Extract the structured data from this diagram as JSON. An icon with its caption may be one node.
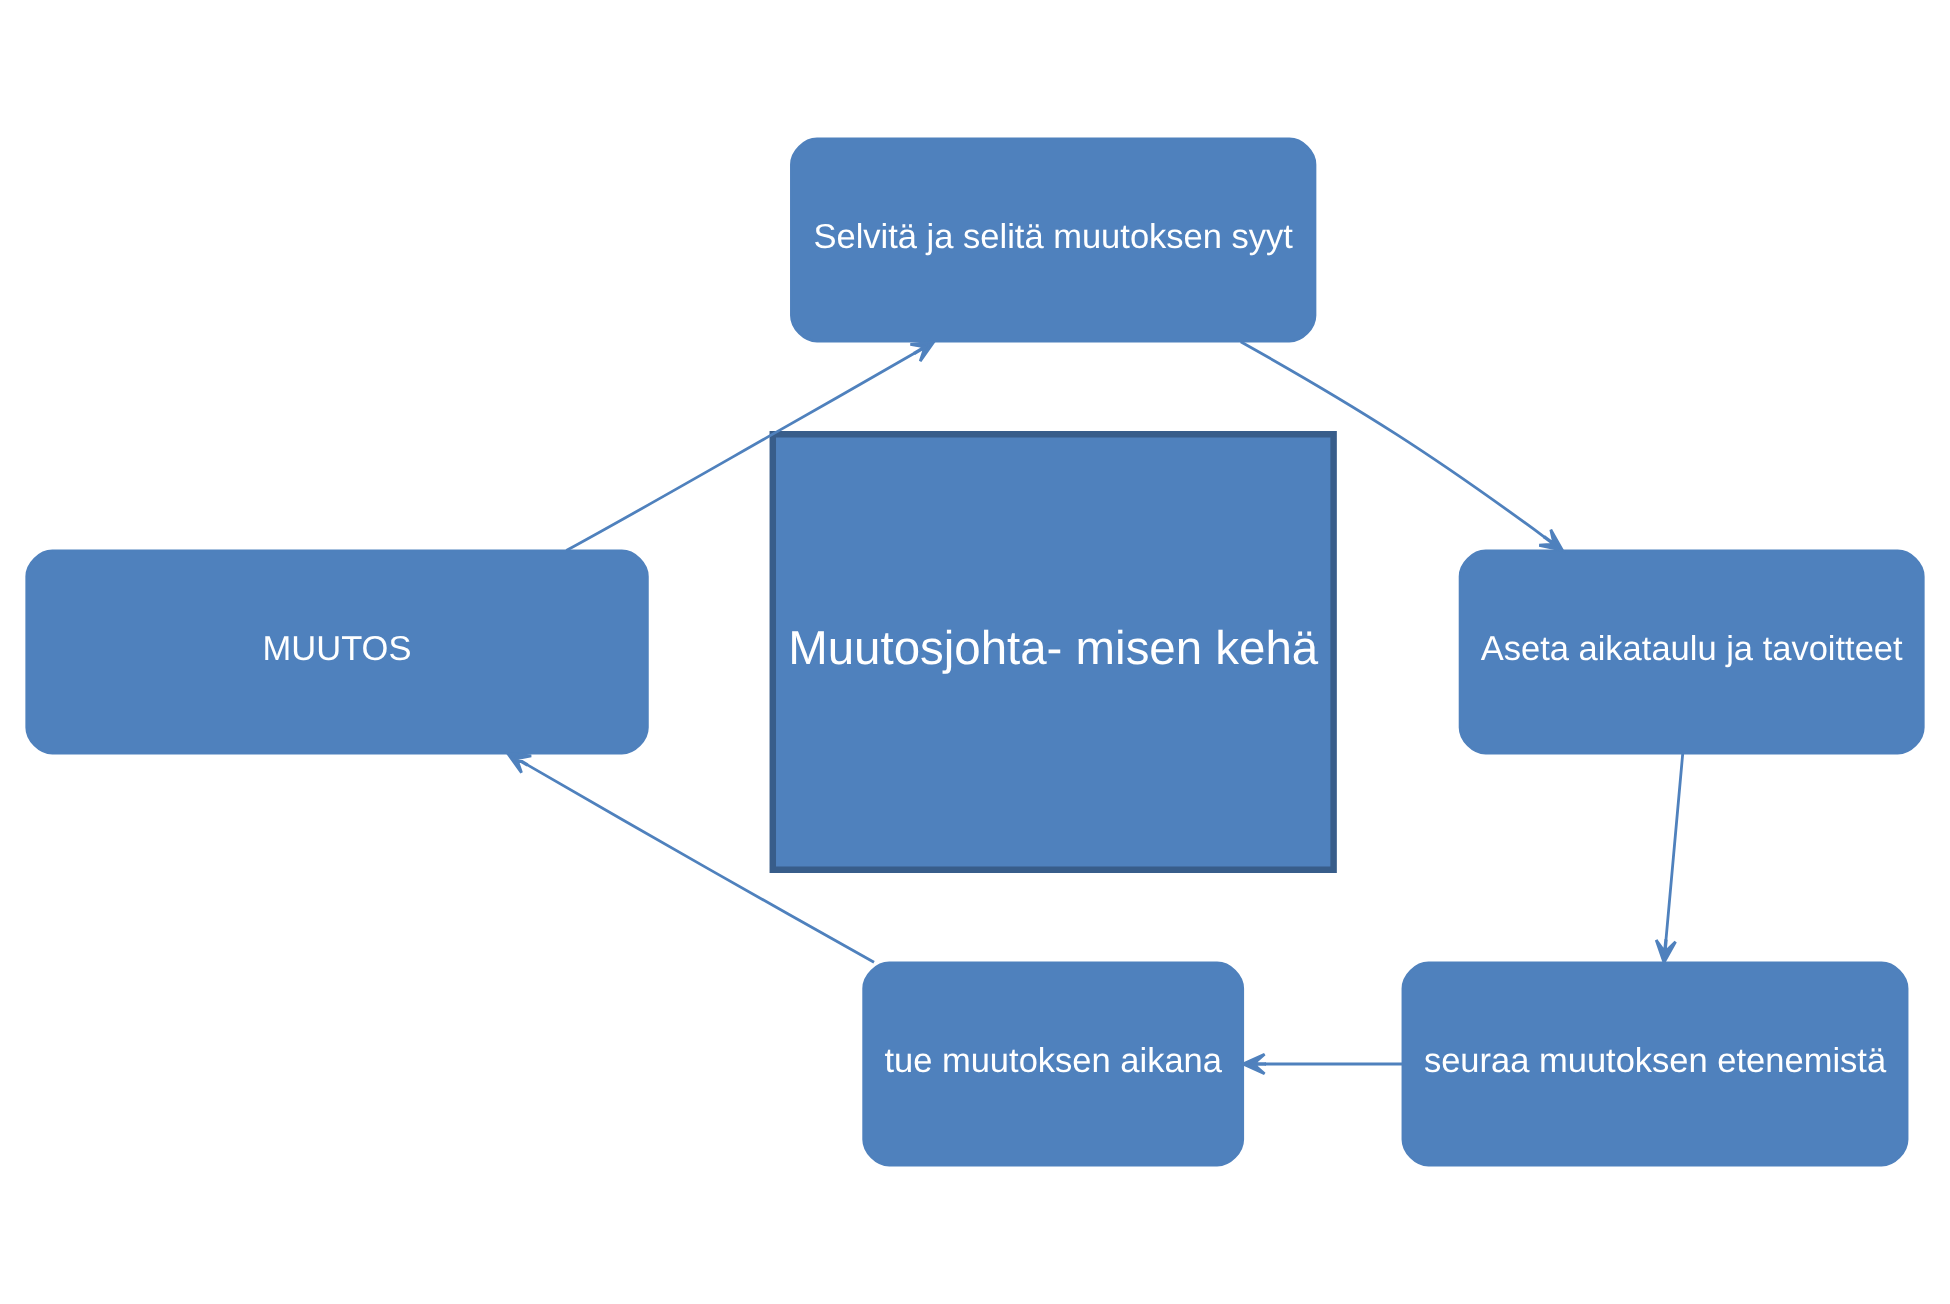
{
  "diagram": {
    "nodes": [
      {
        "text": [
          "Selvitä ja selitä muutoksen syyt"
        ]
      },
      {
        "text": [
          "MUUTOS"
        ]
      },
      {
        "text": [
          "Muutosjohta- misen kehä"
        ]
      },
      {
        "text": [
          "Aseta aikataulu ja tavoitteet"
        ]
      },
      {
        "text": [
          "tue muutoksen aikana"
        ]
      },
      {
        "text": [
          "seuraa muutoksen etenemistä"
        ]
      }
    ],
    "edges": [
      {
        "from": 1,
        "to": 0,
        "arrow": "to"
      },
      {
        "from": 0,
        "to": 3,
        "arrow": "to"
      },
      {
        "from": 3,
        "to": 5,
        "arrow": "to"
      },
      {
        "from": 5,
        "to": 4,
        "arrow": "to"
      },
      {
        "from": 4,
        "to": 1,
        "arrow": "to"
      }
    ]
  }
}
